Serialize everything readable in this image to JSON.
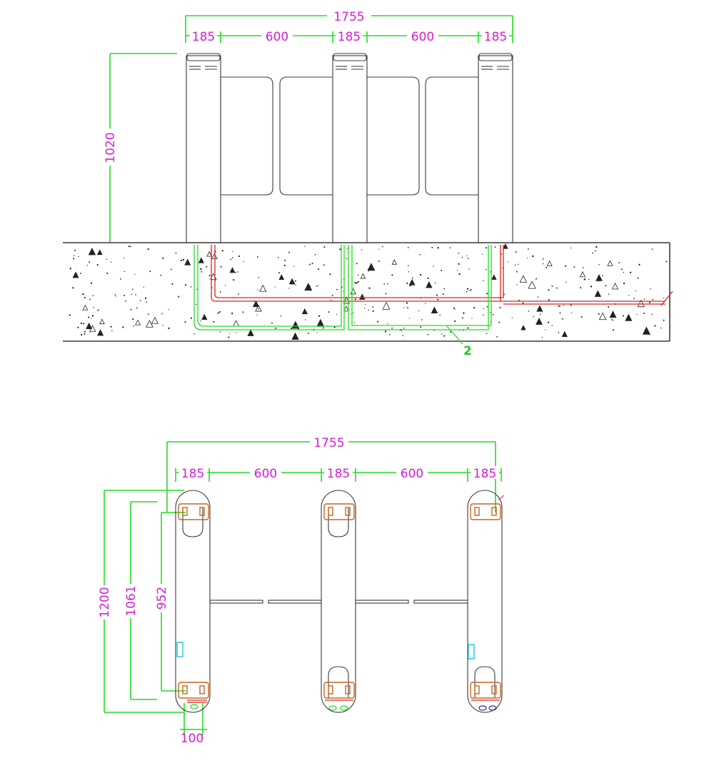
{
  "front_view": {
    "overall_width": "1755",
    "segments": [
      "185",
      "600",
      "185",
      "600",
      "185"
    ],
    "height": "1020",
    "conduit_label": "2"
  },
  "top_view": {
    "overall_width": "1755",
    "segments": [
      "185",
      "600",
      "185",
      "600",
      "185"
    ],
    "depths": [
      "1200",
      "1061",
      "952"
    ],
    "bottom_width": "100"
  },
  "colors": {
    "dimension": "#22dd22",
    "dimension_text": "#d81bd8",
    "cable_power": "#e02020",
    "cable_signal": "#22dd22",
    "mounting_plate": "#c8641e",
    "sensor": "#1cc8d8"
  }
}
